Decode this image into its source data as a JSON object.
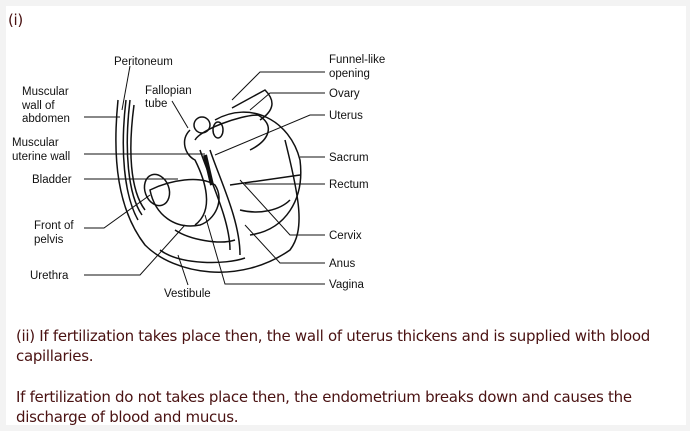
{
  "part_i_label": "(i)",
  "diagram": {
    "labels": {
      "peritoneum": "Peritoneum",
      "muscular_wall_1": "Muscular",
      "muscular_wall_2": "wall of",
      "muscular_wall_3": "abdomen",
      "fallopian_1": "Fallopian",
      "fallopian_2": "tube",
      "uterine_wall_1": "Muscular",
      "uterine_wall_2": "uterine wall",
      "bladder": "Bladder",
      "front_pelvis_1": "Front of",
      "front_pelvis_2": "pelvis",
      "urethra": "Urethra",
      "vestibule": "Vestibule",
      "funnel_1": "Funnel-like",
      "funnel_2": "opening",
      "ovary": "Ovary",
      "uterus": "Uterus",
      "sacrum": "Sacrum",
      "rectum": "Rectum",
      "cervix": "Cervix",
      "anus": "Anus",
      "vagina": "Vagina"
    }
  },
  "part_ii_text": "(ii)  If fertilization takes place then, the wall of uterus thickens and is supplied with blood capillaries.",
  "para2_text": "If fertilization do not takes place then, the endometrium breaks down and causes the discharge of blood and mucus."
}
